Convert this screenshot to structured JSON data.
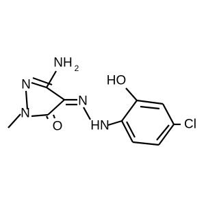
{
  "labels": {
    "amino_n": "NH",
    "amino_sub": "2",
    "hydroxyl": "HO",
    "ring_n": "N",
    "methyl_n": "N",
    "hydrazone_n": "N",
    "hydrazone_nh": "HN",
    "oxygen": "O",
    "chlorine": "Cl"
  },
  "colors": {
    "bond": "#000000",
    "atom_text": "#000000"
  }
}
